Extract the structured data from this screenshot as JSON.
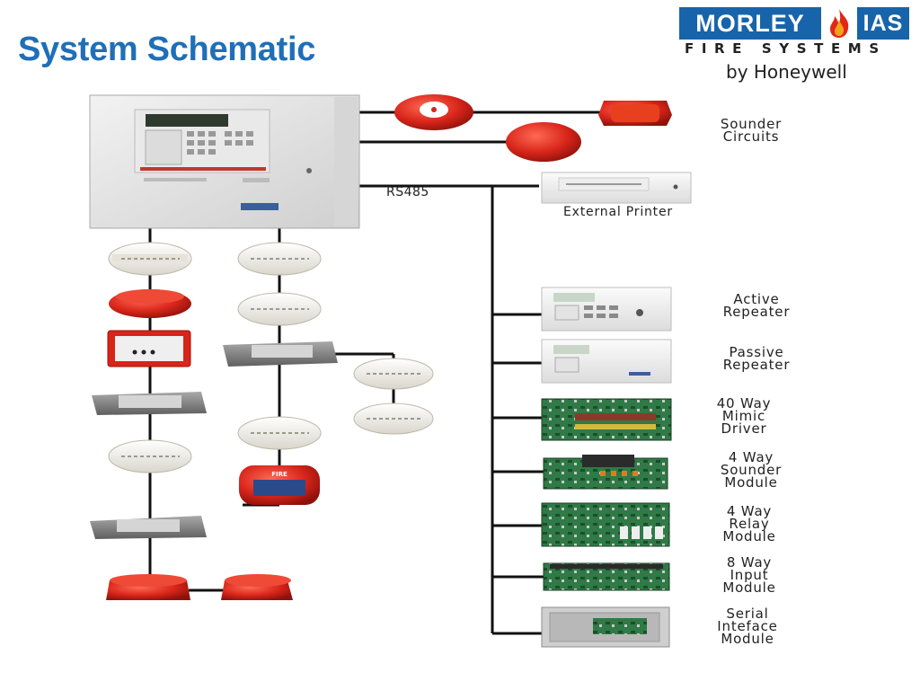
{
  "header": {
    "title": "System Schematic"
  },
  "logo": {
    "brand_left": "MORLEY",
    "brand_right": "IAS",
    "subtitle": "FIRE SYSTEMS",
    "byline": "by Honeywell"
  },
  "labels": {
    "rs485": "RS485",
    "sounder_circuits": "Sounder\nCircuits",
    "external_printer": "External Printer",
    "active_repeater": "Active\nRepeater",
    "passive_repeater": "Passive\nRepeater",
    "mimic_driver": "40 Way\nMimic\nDriver",
    "sounder_module": "4 Way\nSounder\nModule",
    "relay_module": "4 Way\nRelay\nModule",
    "input_module": "8 Way\nInput\nModule",
    "serial_module": "Serial\nInteface\nModule"
  },
  "device_text": {
    "call_point": "FIRE"
  },
  "colors": {
    "title_blue": "#1f6fb8",
    "logo_blue": "#1864ab",
    "fire_red": "#d8251a",
    "pcb_green": "#2f7a46"
  }
}
